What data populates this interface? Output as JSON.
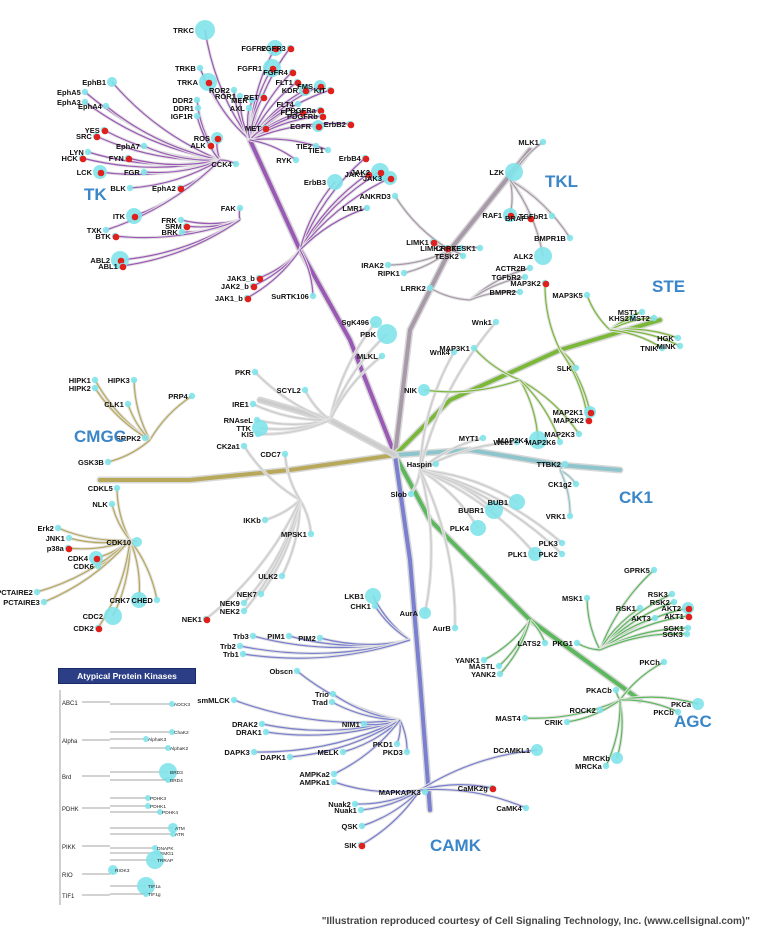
{
  "groups": {
    "tk": "TK",
    "tkl": "TKL",
    "ste": "STE",
    "ck1": "CK1",
    "agc": "AGC",
    "camk": "CAMK",
    "cmgc": "CMGC"
  },
  "atypical": {
    "title": "Atypical Protein Kinases",
    "families": [
      "ABC1",
      "Alpha",
      "Brd",
      "PDHK",
      "PIKK",
      "RIO",
      "TIF1"
    ],
    "members": [
      "ADCK3",
      "ChaK2",
      "AlphaK3",
      "AlphaK2",
      "BRD3",
      "BRD4",
      "PDHK3",
      "PDHK1",
      "PDHK4",
      "ATM",
      "ATR",
      "DNAPK",
      "SMG1",
      "TRRAP",
      "RIOK3",
      "TIF1a",
      "TIF1g"
    ]
  },
  "credit": "\"Illustration reproduced courtesy of Cell Signaling Technology, Inc. (www.cellsignal.com)\"",
  "colors": {
    "tk": "#9b59b6",
    "tkl": "#a89aa8",
    "ste": "#7bb83a",
    "ck1": "#8ec5cc",
    "agc": "#5cb85c",
    "camk": "#7a7fcf",
    "cmgc": "#b8a85a",
    "other": "#cccccc",
    "node": "#7fe3ea",
    "dot": "#e0201c"
  },
  "kinases": [
    {
      "name": "TRKC",
      "fam": "tk",
      "dot": false
    },
    {
      "name": "FGFR2",
      "fam": "tk",
      "dot": true
    },
    {
      "name": "FGFR3",
      "fam": "tk",
      "dot": true
    },
    {
      "name": "TRKB",
      "fam": "tk",
      "dot": false
    },
    {
      "name": "FGFR1",
      "fam": "tk",
      "dot": true
    },
    {
      "name": "FGFR4",
      "fam": "tk",
      "dot": true
    },
    {
      "name": "EphB1",
      "fam": "tk",
      "dot": false
    },
    {
      "name": "TRKA",
      "fam": "tk",
      "dot": true
    },
    {
      "name": "FLT1",
      "fam": "tk",
      "dot": true
    },
    {
      "name": "EphA5",
      "fam": "tk",
      "dot": false
    },
    {
      "name": "ROR2",
      "fam": "tk",
      "dot": false
    },
    {
      "name": "ROR1",
      "fam": "tk",
      "dot": false
    },
    {
      "name": "KDR",
      "fam": "tk",
      "dot": true
    },
    {
      "name": "FMS",
      "fam": "tk",
      "dot": true
    },
    {
      "name": "KIT",
      "fam": "tk",
      "dot": true
    },
    {
      "name": "EphA3",
      "fam": "tk",
      "dot": false
    },
    {
      "name": "EphA4",
      "fam": "tk",
      "dot": false
    },
    {
      "name": "DDR2",
      "fam": "tk",
      "dot": false
    },
    {
      "name": "DDR1",
      "fam": "tk",
      "dot": false
    },
    {
      "name": "RET",
      "fam": "tk",
      "dot": true
    },
    {
      "name": "MER",
      "fam": "tk",
      "dot": false
    },
    {
      "name": "AXL",
      "fam": "tk",
      "dot": false
    },
    {
      "name": "FLT4",
      "fam": "tk",
      "dot": false
    },
    {
      "name": "FLT3",
      "fam": "tk",
      "dot": true
    },
    {
      "name": "PDGFRa",
      "fam": "tk",
      "dot": true
    },
    {
      "name": "PDGFRb",
      "fam": "tk",
      "dot": true
    },
    {
      "name": "IGF1R",
      "fam": "tk",
      "dot": false
    },
    {
      "name": "YES",
      "fam": "tk",
      "dot": true
    },
    {
      "name": "SRC",
      "fam": "tk",
      "dot": true
    },
    {
      "name": "EGFR",
      "fam": "tk",
      "dot": true
    },
    {
      "name": "ErbB2",
      "fam": "tk",
      "dot": true
    },
    {
      "name": "MET",
      "fam": "tk",
      "dot": true
    },
    {
      "name": "ROS",
      "fam": "tk",
      "dot": true
    },
    {
      "name": "ALK",
      "fam": "tk",
      "dot": true
    },
    {
      "name": "LYN",
      "fam": "tk",
      "dot": false
    },
    {
      "name": "HCK",
      "fam": "tk",
      "dot": true
    },
    {
      "name": "EphA7",
      "fam": "tk",
      "dot": false
    },
    {
      "name": "TIE2",
      "fam": "tk",
      "dot": false
    },
    {
      "name": "TIE1",
      "fam": "tk",
      "dot": false
    },
    {
      "name": "FYN",
      "fam": "tk",
      "dot": true
    },
    {
      "name": "CCK4",
      "fam": "tk",
      "dot": false
    },
    {
      "name": "RYK",
      "fam": "tk",
      "dot": false
    },
    {
      "name": "ErbB4",
      "fam": "tk",
      "dot": true
    },
    {
      "name": "LCK",
      "fam": "tk",
      "dot": true
    },
    {
      "name": "FGR",
      "fam": "tk",
      "dot": false
    },
    {
      "name": "JAK2",
      "fam": "tk",
      "dot": true
    },
    {
      "name": "JAK1",
      "fam": "tk",
      "dot": true
    },
    {
      "name": "JAK3",
      "fam": "tk",
      "dot": true
    },
    {
      "name": "BLK",
      "fam": "tk",
      "dot": false
    },
    {
      "name": "EphA2",
      "fam": "tk",
      "dot": true
    },
    {
      "name": "ErbB3",
      "fam": "tk",
      "dot": false
    },
    {
      "name": "ANKRD3",
      "fam": "tkl",
      "dot": false
    },
    {
      "name": "FAK",
      "fam": "tk",
      "dot": false
    },
    {
      "name": "LMR1",
      "fam": "tk",
      "dot": false
    },
    {
      "name": "ITK",
      "fam": "tk",
      "dot": true
    },
    {
      "name": "FRK",
      "fam": "tk",
      "dot": false
    },
    {
      "name": "SRM",
      "fam": "tk",
      "dot": true
    },
    {
      "name": "BRK",
      "fam": "tk",
      "dot": false
    },
    {
      "name": "TXK",
      "fam": "tk",
      "dot": false
    },
    {
      "name": "BTK",
      "fam": "tk",
      "dot": true
    },
    {
      "name": "ABL2",
      "fam": "tk",
      "dot": true
    },
    {
      "name": "ABL1",
      "fam": "tk",
      "dot": true
    },
    {
      "name": "JAK3_b",
      "fam": "tk",
      "dot": true
    },
    {
      "name": "JAK2_b",
      "fam": "tk",
      "dot": true
    },
    {
      "name": "JAK1_b",
      "fam": "tk",
      "dot": true
    },
    {
      "name": "SuRTK106",
      "fam": "tk",
      "dot": false
    },
    {
      "name": "MLK1",
      "fam": "tkl",
      "dot": false
    },
    {
      "name": "LZK",
      "fam": "tkl",
      "dot": false
    },
    {
      "name": "RAF1",
      "fam": "tkl",
      "dot": true
    },
    {
      "name": "BRAF",
      "fam": "tkl",
      "dot": true
    },
    {
      "name": "TGFbR1",
      "fam": "tkl",
      "dot": false
    },
    {
      "name": "BMPR1B",
      "fam": "tkl",
      "dot": false
    },
    {
      "name": "LIMK1",
      "fam": "tkl",
      "dot": true
    },
    {
      "name": "LIMK2",
      "fam": "tkl",
      "dot": true
    },
    {
      "name": "LRRK",
      "fam": "tkl",
      "dot": false
    },
    {
      "name": "TESK1",
      "fam": "tkl",
      "dot": false
    },
    {
      "name": "TESK2",
      "fam": "tkl",
      "dot": false
    },
    {
      "name": "ALK2",
      "fam": "tkl",
      "dot": false
    },
    {
      "name": "IRAK2",
      "fam": "tkl",
      "dot": false
    },
    {
      "name": "RIPK1",
      "fam": "tkl",
      "dot": false
    },
    {
      "name": "ACTR2B",
      "fam": "tkl",
      "dot": false
    },
    {
      "name": "TGFbR2",
      "fam": "tkl",
      "dot": false
    },
    {
      "name": "MAP3K2",
      "fam": "ste",
      "dot": true
    },
    {
      "name": "LRRK2",
      "fam": "tkl",
      "dot": false
    },
    {
      "name": "BMPR2",
      "fam": "tkl",
      "dot": false
    },
    {
      "name": "MAP3K5",
      "fam": "ste",
      "dot": false
    },
    {
      "name": "SgK496",
      "fam": "other",
      "dot": false
    },
    {
      "name": "PBK",
      "fam": "other",
      "dot": false
    },
    {
      "name": "MLKL",
      "fam": "other",
      "dot": false
    },
    {
      "name": "Wnk1",
      "fam": "other",
      "dot": false
    },
    {
      "name": "MST1",
      "fam": "ste",
      "dot": false
    },
    {
      "name": "KHS2",
      "fam": "ste",
      "dot": false
    },
    {
      "name": "MST2",
      "fam": "ste",
      "dot": false
    },
    {
      "name": "HGK",
      "fam": "ste",
      "dot": false
    },
    {
      "name": "MINK",
      "fam": "ste",
      "dot": false
    },
    {
      "name": "TNIK",
      "fam": "ste",
      "dot": false
    },
    {
      "name": "MAP3K1",
      "fam": "ste",
      "dot": false
    },
    {
      "name": "Wnk4",
      "fam": "other",
      "dot": false
    },
    {
      "name": "SLK",
      "fam": "ste",
      "dot": false
    },
    {
      "name": "PKR",
      "fam": "other",
      "dot": false
    },
    {
      "name": "SCYL2",
      "fam": "other",
      "dot": false
    },
    {
      "name": "NIK",
      "fam": "ste",
      "dot": false
    },
    {
      "name": "MAP2K1",
      "fam": "ste",
      "dot": true
    },
    {
      "name": "MAP2K2",
      "fam": "ste",
      "dot": true
    },
    {
      "name": "MAP2K3",
      "fam": "ste",
      "dot": false
    },
    {
      "name": "IRE1",
      "fam": "other",
      "dot": false
    },
    {
      "name": "RNAseL",
      "fam": "other",
      "dot": false
    },
    {
      "name": "TTK",
      "fam": "other",
      "dot": false
    },
    {
      "name": "KIS",
      "fam": "other",
      "dot": false
    },
    {
      "name": "CK2a1",
      "fam": "other",
      "dot": false
    },
    {
      "name": "CDC7",
      "fam": "other",
      "dot": false
    },
    {
      "name": "MYT1",
      "fam": "other",
      "dot": false
    },
    {
      "name": "Wee1",
      "fam": "other",
      "dot": false
    },
    {
      "name": "MAP2K4",
      "fam": "ste",
      "dot": false
    },
    {
      "name": "MAP2K6",
      "fam": "ste",
      "dot": false
    },
    {
      "name": "HIPK1",
      "fam": "cmgc",
      "dot": false
    },
    {
      "name": "HIPK2",
      "fam": "cmgc",
      "dot": false
    },
    {
      "name": "HIPK3",
      "fam": "cmgc",
      "dot": false
    },
    {
      "name": "PRP4",
      "fam": "cmgc",
      "dot": false
    },
    {
      "name": "CLK1",
      "fam": "cmgc",
      "dot": false
    },
    {
      "name": "SRPK2",
      "fam": "cmgc",
      "dot": false
    },
    {
      "name": "Haspin",
      "fam": "other",
      "dot": false
    },
    {
      "name": "TTBK2",
      "fam": "ck1",
      "dot": false
    },
    {
      "name": "CK1g2",
      "fam": "ck1",
      "dot": false
    },
    {
      "name": "GSK3B",
      "fam": "cmgc",
      "dot": false
    },
    {
      "name": "CDKL5",
      "fam": "cmgc",
      "dot": false
    },
    {
      "name": "Slob",
      "fam": "other",
      "dot": false
    },
    {
      "name": "NLK",
      "fam": "cmgc",
      "dot": false
    },
    {
      "name": "BUB1",
      "fam": "other",
      "dot": false
    },
    {
      "name": "BUBR1",
      "fam": "other",
      "dot": false
    },
    {
      "name": "VRK1",
      "fam": "ck1",
      "dot": false
    },
    {
      "name": "IKKb",
      "fam": "other",
      "dot": false
    },
    {
      "name": "Erk2",
      "fam": "cmgc",
      "dot": false
    },
    {
      "name": "JNK1",
      "fam": "cmgc",
      "dot": false
    },
    {
      "name": "p38a",
      "fam": "cmgc",
      "dot": true
    },
    {
      "name": "CDK10",
      "fam": "cmgc",
      "dot": false
    },
    {
      "name": "MPSK1",
      "fam": "other",
      "dot": false
    },
    {
      "name": "PLK4",
      "fam": "other",
      "dot": false
    },
    {
      "name": "CDK4",
      "fam": "cmgc",
      "dot": true
    },
    {
      "name": "CDK6",
      "fam": "cmgc",
      "dot": false
    },
    {
      "name": "PLK3",
      "fam": "other",
      "dot": false
    },
    {
      "name": "PLK1",
      "fam": "other",
      "dot": false
    },
    {
      "name": "PLK2",
      "fam": "other",
      "dot": false
    },
    {
      "name": "ULK2",
      "fam": "other",
      "dot": false
    },
    {
      "name": "GPRK5",
      "fam": "agc",
      "dot": false
    },
    {
      "name": "PCTAIRE2",
      "fam": "cmgc",
      "dot": false
    },
    {
      "name": "PCTAIRE3",
      "fam": "cmgc",
      "dot": false
    },
    {
      "name": "CRK7",
      "fam": "cmgc",
      "dot": false
    },
    {
      "name": "CHED",
      "fam": "cmgc",
      "dot": false
    },
    {
      "name": "NEK7",
      "fam": "other",
      "dot": false
    },
    {
      "name": "NEK9",
      "fam": "other",
      "dot": false
    },
    {
      "name": "NEK2",
      "fam": "other",
      "dot": false
    },
    {
      "name": "NEK1",
      "fam": "other",
      "dot": true
    },
    {
      "name": "LKB1",
      "fam": "camk",
      "dot": false
    },
    {
      "name": "CHK1",
      "fam": "camk",
      "dot": false
    },
    {
      "name": "MSK1",
      "fam": "agc",
      "dot": false
    },
    {
      "name": "RSK3",
      "fam": "agc",
      "dot": false
    },
    {
      "name": "RSK2",
      "fam": "agc",
      "dot": false
    },
    {
      "name": "RSK1",
      "fam": "agc",
      "dot": false
    },
    {
      "name": "AKT2",
      "fam": "agc",
      "dot": true
    },
    {
      "name": "AKT3",
      "fam": "agc",
      "dot": false
    },
    {
      "name": "AKT1",
      "fam": "agc",
      "dot": true
    },
    {
      "name": "SGK1",
      "fam": "agc",
      "dot": false
    },
    {
      "name": "SGK3",
      "fam": "agc",
      "dot": false
    },
    {
      "name": "CDC2",
      "fam": "cmgc",
      "dot": false
    },
    {
      "name": "CDK2",
      "fam": "cmgc",
      "dot": true
    },
    {
      "name": "AurA",
      "fam": "other",
      "dot": false
    },
    {
      "name": "Trb3",
      "fam": "camk",
      "dot": false
    },
    {
      "name": "PIM1",
      "fam": "camk",
      "dot": false
    },
    {
      "name": "PIM2",
      "fam": "camk",
      "dot": false
    },
    {
      "name": "Trb2",
      "fam": "camk",
      "dot": false
    },
    {
      "name": "Trb1",
      "fam": "camk",
      "dot": false
    },
    {
      "name": "AurB",
      "fam": "other",
      "dot": false
    },
    {
      "name": "LATS2",
      "fam": "agc",
      "dot": false
    },
    {
      "name": "PKG1",
      "fam": "agc",
      "dot": false
    },
    {
      "name": "YANK1",
      "fam": "agc",
      "dot": false
    },
    {
      "name": "MASTL",
      "fam": "agc",
      "dot": false
    },
    {
      "name": "YANK2",
      "fam": "agc",
      "dot": false
    },
    {
      "name": "PKCh",
      "fam": "agc",
      "dot": false
    },
    {
      "name": "Obscn",
      "fam": "camk",
      "dot": false
    },
    {
      "name": "PKACb",
      "fam": "agc",
      "dot": false
    },
    {
      "name": "smMLCK",
      "fam": "camk",
      "dot": false
    },
    {
      "name": "Trio",
      "fam": "camk",
      "dot": false
    },
    {
      "name": "Trad",
      "fam": "camk",
      "dot": false
    },
    {
      "name": "ROCK2",
      "fam": "agc",
      "dot": false
    },
    {
      "name": "PKCa",
      "fam": "agc",
      "dot": false
    },
    {
      "name": "PKCb",
      "fam": "agc",
      "dot": false
    },
    {
      "name": "DRAK2",
      "fam": "camk",
      "dot": false
    },
    {
      "name": "DRAK1",
      "fam": "camk",
      "dot": false
    },
    {
      "name": "NIM1",
      "fam": "camk",
      "dot": false
    },
    {
      "name": "MAST4",
      "fam": "agc",
      "dot": false
    },
    {
      "name": "CRIK",
      "fam": "agc",
      "dot": false
    },
    {
      "name": "PKD1",
      "fam": "camk",
      "dot": false
    },
    {
      "name": "PKD3",
      "fam": "camk",
      "dot": false
    },
    {
      "name": "MELK",
      "fam": "camk",
      "dot": false
    },
    {
      "name": "DCAMKL1",
      "fam": "camk",
      "dot": false
    },
    {
      "name": "DAPK3",
      "fam": "camk",
      "dot": false
    },
    {
      "name": "DAPK1",
      "fam": "camk",
      "dot": false
    },
    {
      "name": "MRCKb",
      "fam": "agc",
      "dot": false
    },
    {
      "name": "MRCKa",
      "fam": "agc",
      "dot": false
    },
    {
      "name": "AMPKa2",
      "fam": "camk",
      "dot": false
    },
    {
      "name": "AMPKa1",
      "fam": "camk",
      "dot": false
    },
    {
      "name": "MAPKAPK3",
      "fam": "camk",
      "dot": false
    },
    {
      "name": "CaMK2g",
      "fam": "camk",
      "dot": true
    },
    {
      "name": "CaMK4",
      "fam": "camk",
      "dot": false
    },
    {
      "name": "Nuak2",
      "fam": "camk",
      "dot": false
    },
    {
      "name": "Nuak1",
      "fam": "camk",
      "dot": false
    },
    {
      "name": "QSK",
      "fam": "camk",
      "dot": false
    },
    {
      "name": "SIK",
      "fam": "camk",
      "dot": true
    }
  ]
}
